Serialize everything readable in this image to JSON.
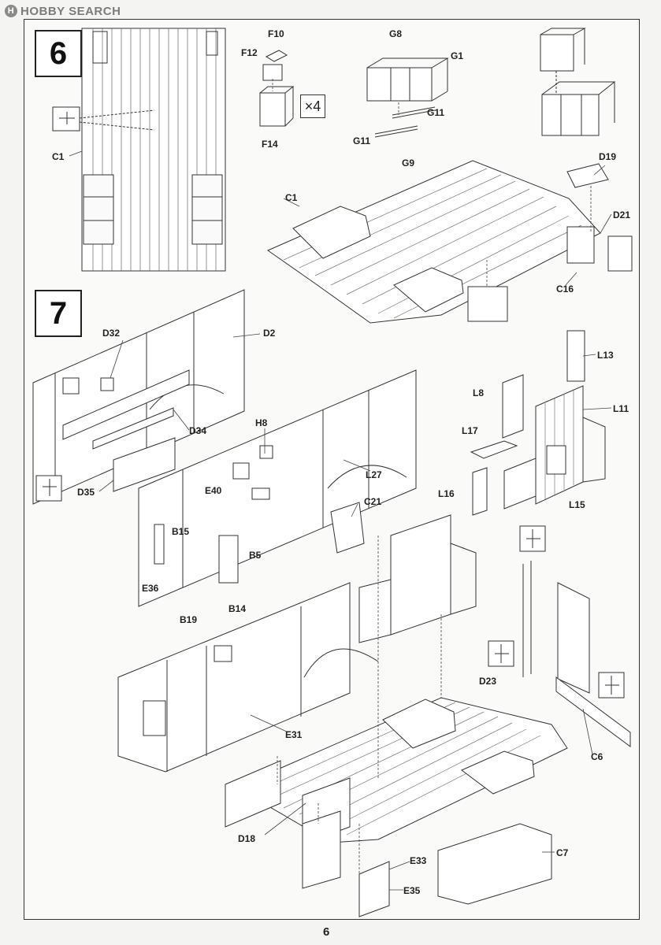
{
  "watermark": {
    "text": "HOBBY SEARCH"
  },
  "steps": {
    "step6": "6",
    "step7": "7"
  },
  "multiplier": "×4",
  "page_number": "6",
  "labels": {
    "F10": "F10",
    "F12": "F12",
    "F14": "F14",
    "G8": "G8",
    "G1": "G1",
    "G11a": "G11",
    "G11b": "G11",
    "G9": "G9",
    "C1a": "C1",
    "C1b": "C1",
    "D19": "D19",
    "D21": "D21",
    "C16": "C16",
    "D32": "D32",
    "D2": "D2",
    "D34": "D34",
    "D35": "D35",
    "H8": "H8",
    "L27": "L27",
    "E40": "E40",
    "C21": "C21",
    "B15": "B15",
    "B5": "B5",
    "E36": "E36",
    "B14": "B14",
    "B19": "B19",
    "L13": "L13",
    "L8": "L8",
    "L11": "L11",
    "L17": "L17",
    "L16": "L16",
    "L15": "L15",
    "D23": "D23",
    "C6": "C6",
    "E31": "E31",
    "D18": "D18",
    "E33": "E33",
    "E35": "E35",
    "C7": "C7"
  },
  "colors": {
    "ink": "#222222",
    "paper": "#fafaf8",
    "floor": "#ffffff"
  }
}
